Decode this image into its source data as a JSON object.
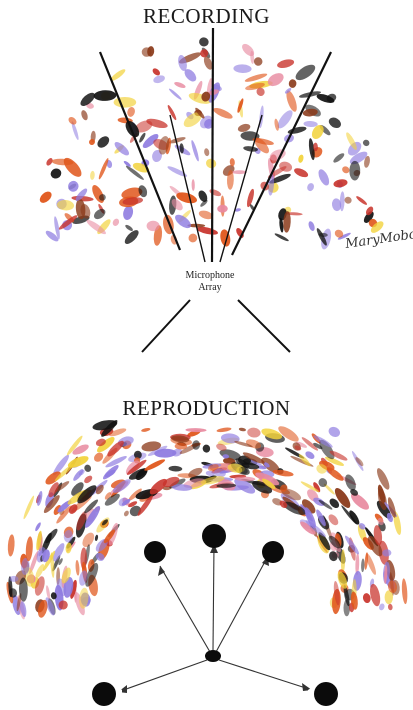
{
  "recording": {
    "title": "RECORDING",
    "microphone_label_line1": "Microphone",
    "microphone_label_line2": "Array",
    "artist_signature": "MaryMobo"
  },
  "reproduction": {
    "title": "REPRODUCTION",
    "loudspeaker_count": 5
  },
  "colors": {
    "ink": "#111111",
    "orange": "#e0561b",
    "red": "#c8322a",
    "purple": "#8e7be0",
    "yellow": "#f2d23a",
    "pink": "#e88aa0",
    "brown": "#8b3a1a"
  }
}
